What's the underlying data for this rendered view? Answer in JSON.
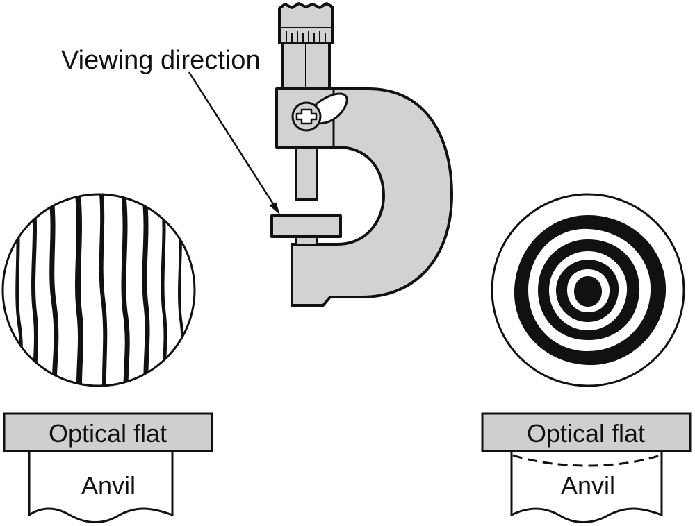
{
  "labels": {
    "viewing_direction": "Viewing direction",
    "optical_flat_left": "Optical flat",
    "anvil_left": "Anvil",
    "optical_flat_right": "Optical flat",
    "anvil_right": "Anvil"
  },
  "colors": {
    "stroke": "#111111",
    "metal": "#d2d2d2",
    "flat": "#cfcfcf",
    "fringe": "#111111",
    "background": "#ffffff"
  }
}
